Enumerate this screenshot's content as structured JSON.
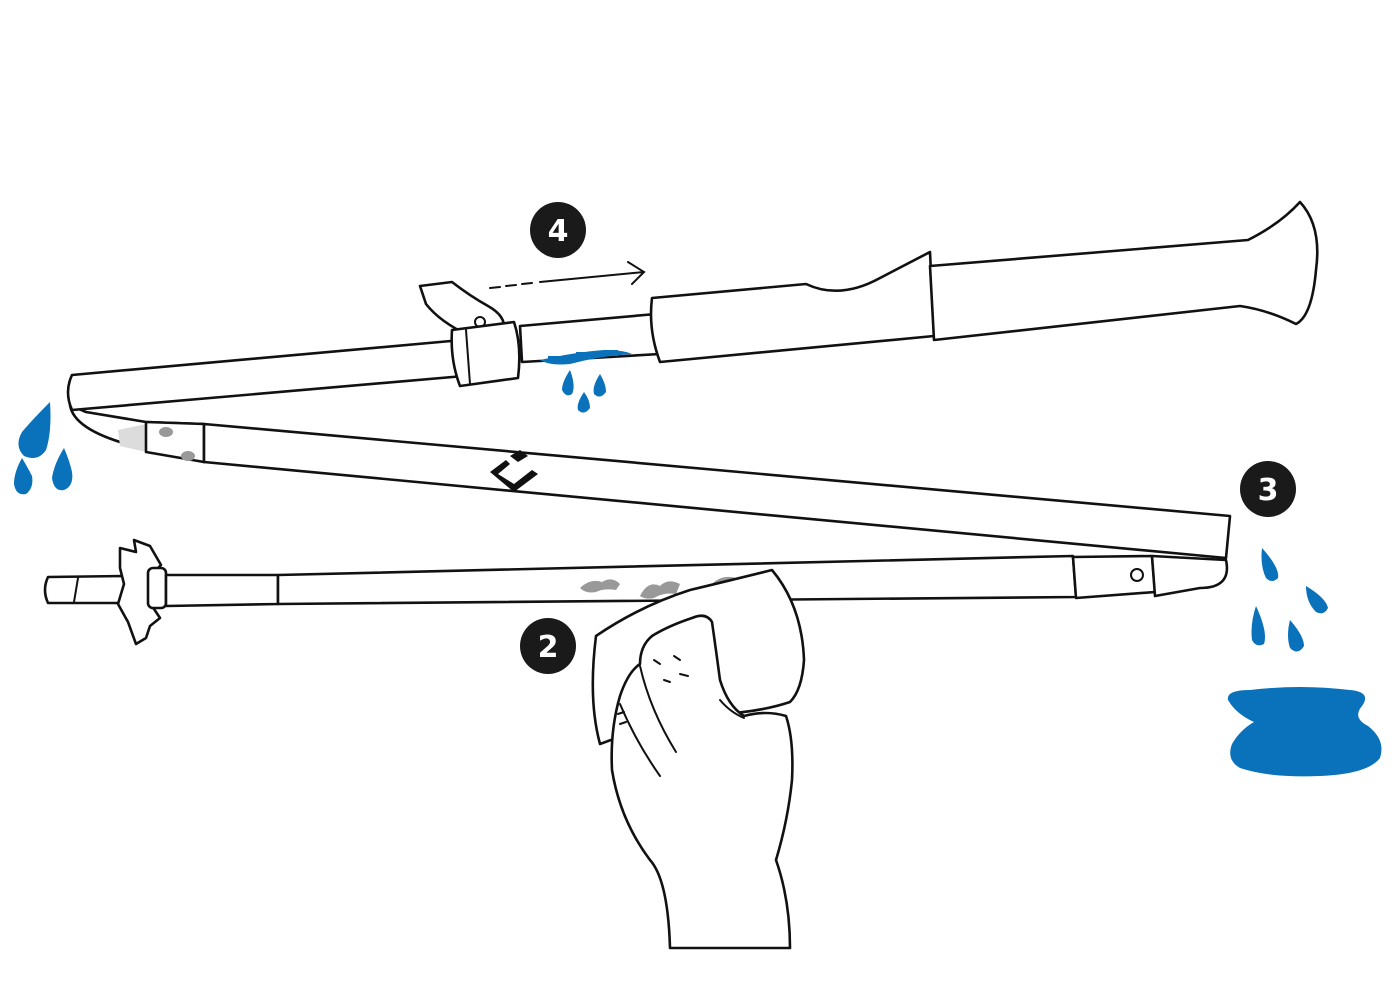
{
  "steps": [
    {
      "id": "step-2",
      "label": "2"
    },
    {
      "id": "step-3",
      "label": "3"
    },
    {
      "id": "step-4",
      "label": "4"
    }
  ],
  "colors": {
    "water": "#0a72bb",
    "ink": "#111111",
    "badge": "#1a1a1a",
    "badge_text": "#ffffff",
    "dirt": "#999999",
    "tip_shade": "#dcdcdc"
  },
  "icons": [
    "water-drop-icon",
    "water-puddle-icon",
    "arrow-right-icon",
    "brand-logo-icon",
    "hand-icon",
    "cloth-icon"
  ]
}
